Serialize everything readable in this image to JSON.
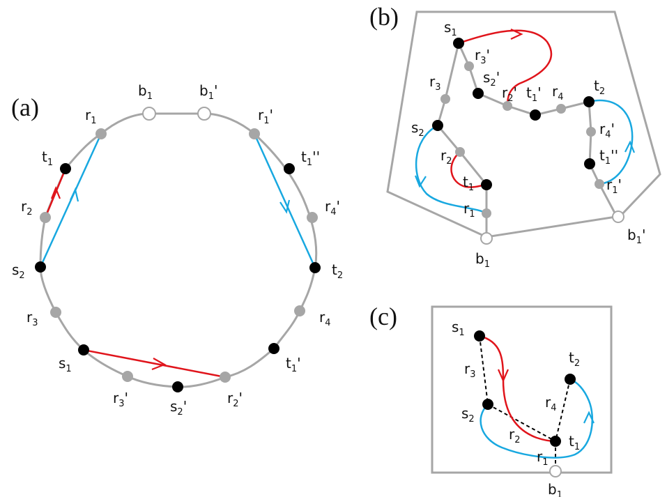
{
  "colors": {
    "gray": "#a6a6a6",
    "black": "#000000",
    "red": "#e0141b",
    "blue": "#18a8e0",
    "white": "#ffffff"
  },
  "panels": {
    "a": {
      "tag": "(a)",
      "labels": {
        "b1": {
          "base": "b",
          "sub": "1",
          "prime": ""
        },
        "b1p": {
          "base": "b",
          "sub": "1",
          "prime": "'"
        },
        "r1": {
          "base": "r",
          "sub": "1",
          "prime": ""
        },
        "r1p": {
          "base": "r",
          "sub": "1",
          "prime": "'"
        },
        "t1": {
          "base": "t",
          "sub": "1",
          "prime": ""
        },
        "t1pp": {
          "base": "t",
          "sub": "1",
          "prime": "''"
        },
        "r2": {
          "base": "r",
          "sub": "2",
          "prime": ""
        },
        "r4p": {
          "base": "r",
          "sub": "4",
          "prime": "'"
        },
        "s2": {
          "base": "s",
          "sub": "2",
          "prime": ""
        },
        "t2": {
          "base": "t",
          "sub": "2",
          "prime": ""
        },
        "r3": {
          "base": "r",
          "sub": "3",
          "prime": ""
        },
        "r4": {
          "base": "r",
          "sub": "4",
          "prime": ""
        },
        "s1": {
          "base": "s",
          "sub": "1",
          "prime": ""
        },
        "t1p": {
          "base": "t",
          "sub": "1",
          "prime": "'"
        },
        "r3p": {
          "base": "r",
          "sub": "3",
          "prime": "'"
        },
        "s2p": {
          "base": "s",
          "sub": "2",
          "prime": "'"
        },
        "r2p": {
          "base": "r",
          "sub": "2",
          "prime": "'"
        }
      }
    },
    "b": {
      "tag": "(b)",
      "labels": {
        "s1": {
          "base": "s",
          "sub": "1",
          "prime": ""
        },
        "r3p": {
          "base": "r",
          "sub": "3",
          "prime": "'"
        },
        "s2p": {
          "base": "s",
          "sub": "2",
          "prime": "'"
        },
        "r3": {
          "base": "r",
          "sub": "3",
          "prime": ""
        },
        "r2p": {
          "base": "r",
          "sub": "2",
          "prime": "'"
        },
        "t1p": {
          "base": "t",
          "sub": "1",
          "prime": "'"
        },
        "r4": {
          "base": "r",
          "sub": "4",
          "prime": ""
        },
        "t2": {
          "base": "t",
          "sub": "2",
          "prime": ""
        },
        "s2": {
          "base": "s",
          "sub": "2",
          "prime": ""
        },
        "r4p": {
          "base": "r",
          "sub": "4",
          "prime": "'"
        },
        "r2": {
          "base": "r",
          "sub": "2",
          "prime": ""
        },
        "t1pp": {
          "base": "t",
          "sub": "1",
          "prime": "''"
        },
        "t1": {
          "base": "t",
          "sub": "1",
          "prime": ""
        },
        "r1p": {
          "base": "r",
          "sub": "1",
          "prime": "'"
        },
        "r1": {
          "base": "r",
          "sub": "1",
          "prime": ""
        },
        "b1p": {
          "base": "b",
          "sub": "1",
          "prime": "'"
        },
        "b1": {
          "base": "b",
          "sub": "1",
          "prime": ""
        }
      }
    },
    "c": {
      "tag": "(c)",
      "labels": {
        "s1": {
          "base": "s",
          "sub": "1",
          "prime": ""
        },
        "r3": {
          "base": "r",
          "sub": "3",
          "prime": ""
        },
        "t2": {
          "base": "t",
          "sub": "2",
          "prime": ""
        },
        "r4": {
          "base": "r",
          "sub": "4",
          "prime": ""
        },
        "s2": {
          "base": "s",
          "sub": "2",
          "prime": ""
        },
        "r2": {
          "base": "r",
          "sub": "2",
          "prime": ""
        },
        "t1": {
          "base": "t",
          "sub": "1",
          "prime": ""
        },
        "r1": {
          "base": "r",
          "sub": "1",
          "prime": ""
        },
        "b1": {
          "base": "b",
          "sub": "1",
          "prime": ""
        }
      }
    }
  }
}
